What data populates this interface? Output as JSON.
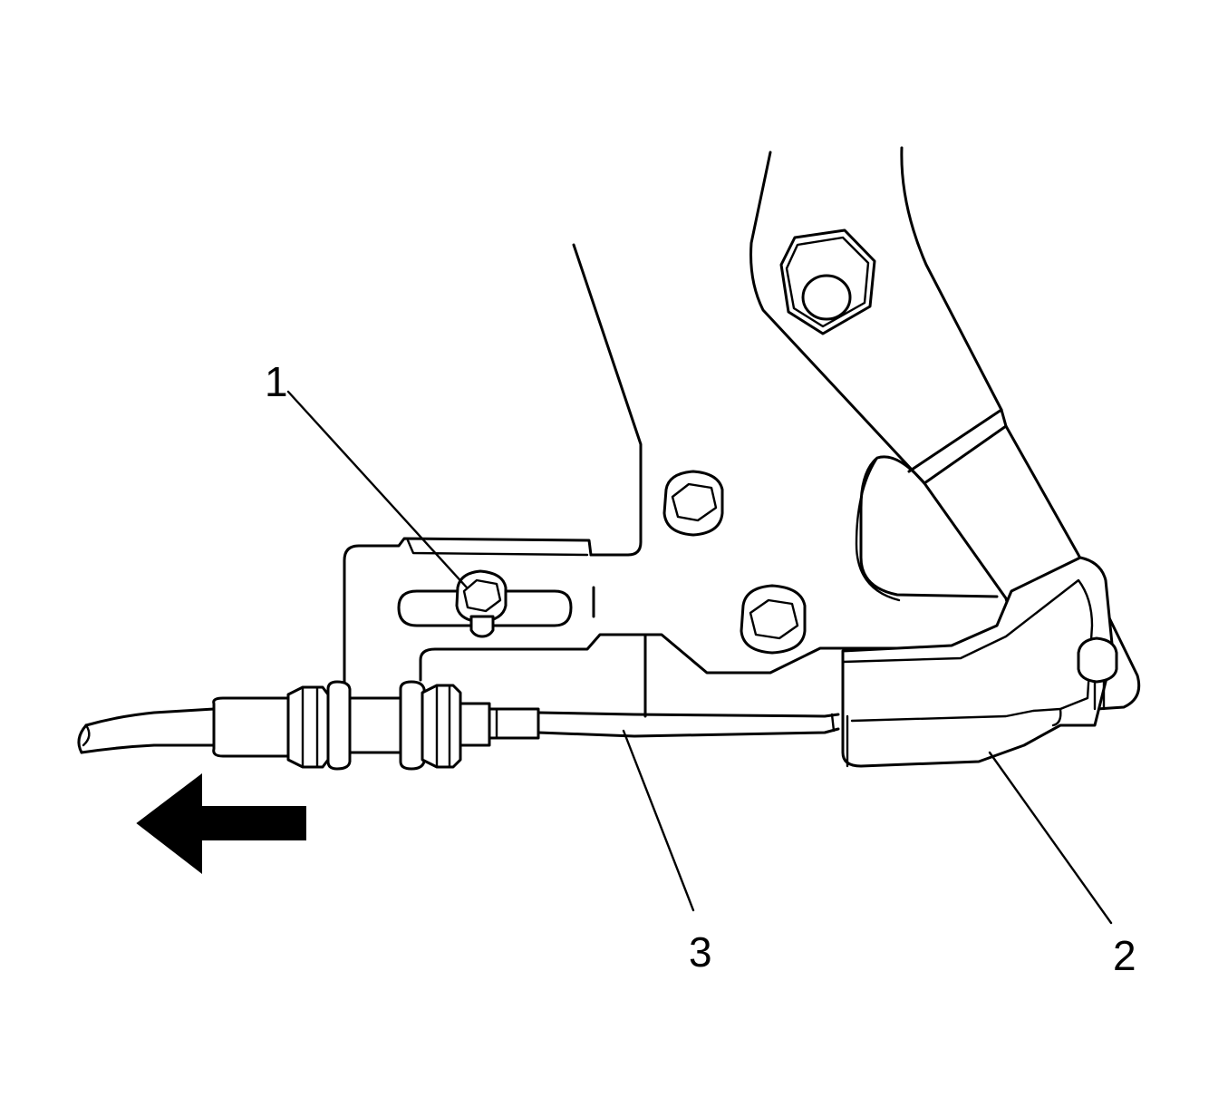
{
  "callouts": {
    "item_1": "1",
    "item_2": "2",
    "item_3": "3"
  },
  "direction_arrow": {
    "icon": "arrow-left-icon",
    "direction": "left",
    "color": "#000000"
  },
  "colors": {
    "line": "#000000",
    "background": "#ffffff"
  }
}
